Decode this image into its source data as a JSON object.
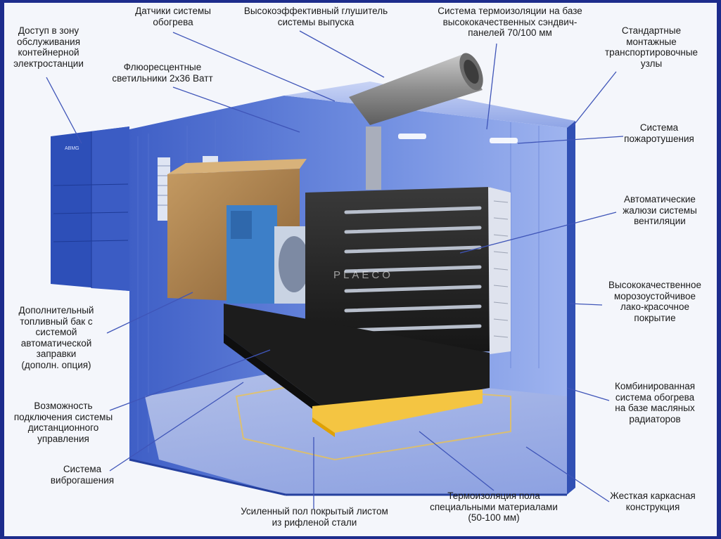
{
  "callouts": {
    "heating_sensors": "Датчики системы\nобогрева",
    "muffler": "Высокоэффективный глушитель\nсистемы выпуска",
    "insulation": "Система термоизоляции на базе\nвысококачественных сэндвич-\nпанелей 70/100 мм",
    "access_zone": "Доступ в зону\nобслуживания\nконтейнерной\nэлектростанции",
    "lamps": "Флюоресцентные\nсветильники 2х36 Ватт",
    "mounting": "Стандартные\nмонтажные\nтранспортировочные\nузлы",
    "fire_system": "Система\nпожаротушения",
    "louvres": "Автоматические\nжалюзи системы\nвентиляции",
    "paint": "Высококачественное\nморозоустойчивое\nлако-красочное\nпокрытие",
    "extra_tank": "Дополнительный\nтопливный бак с\nсистемой\nавтоматической\nзаправки\n(дополн. опция)",
    "heating": "Комбинированная\nсистема обогрева\nна базе масляных\nрадиаторов",
    "remote": "Возможность\nподключения системы\nдистанционного\nуправления",
    "vibration": "Система\nвиброгашения",
    "frame": "Жесткая каркасная\nконструкция",
    "floor_insulation": "Термоизоляция пола\nспециальными материалами\n(50-100 мм)",
    "floor": "Усиленный пол покрытый листом\nиз рифленой стали"
  },
  "watermark": "PLAECO",
  "door_label": "ABMG",
  "colors": {
    "border": "#1d2c8c",
    "container": "#4f6fd0",
    "container_dark": "#2d46a8",
    "leader": "#3f55b8",
    "floor_plate": "#f4c542"
  }
}
